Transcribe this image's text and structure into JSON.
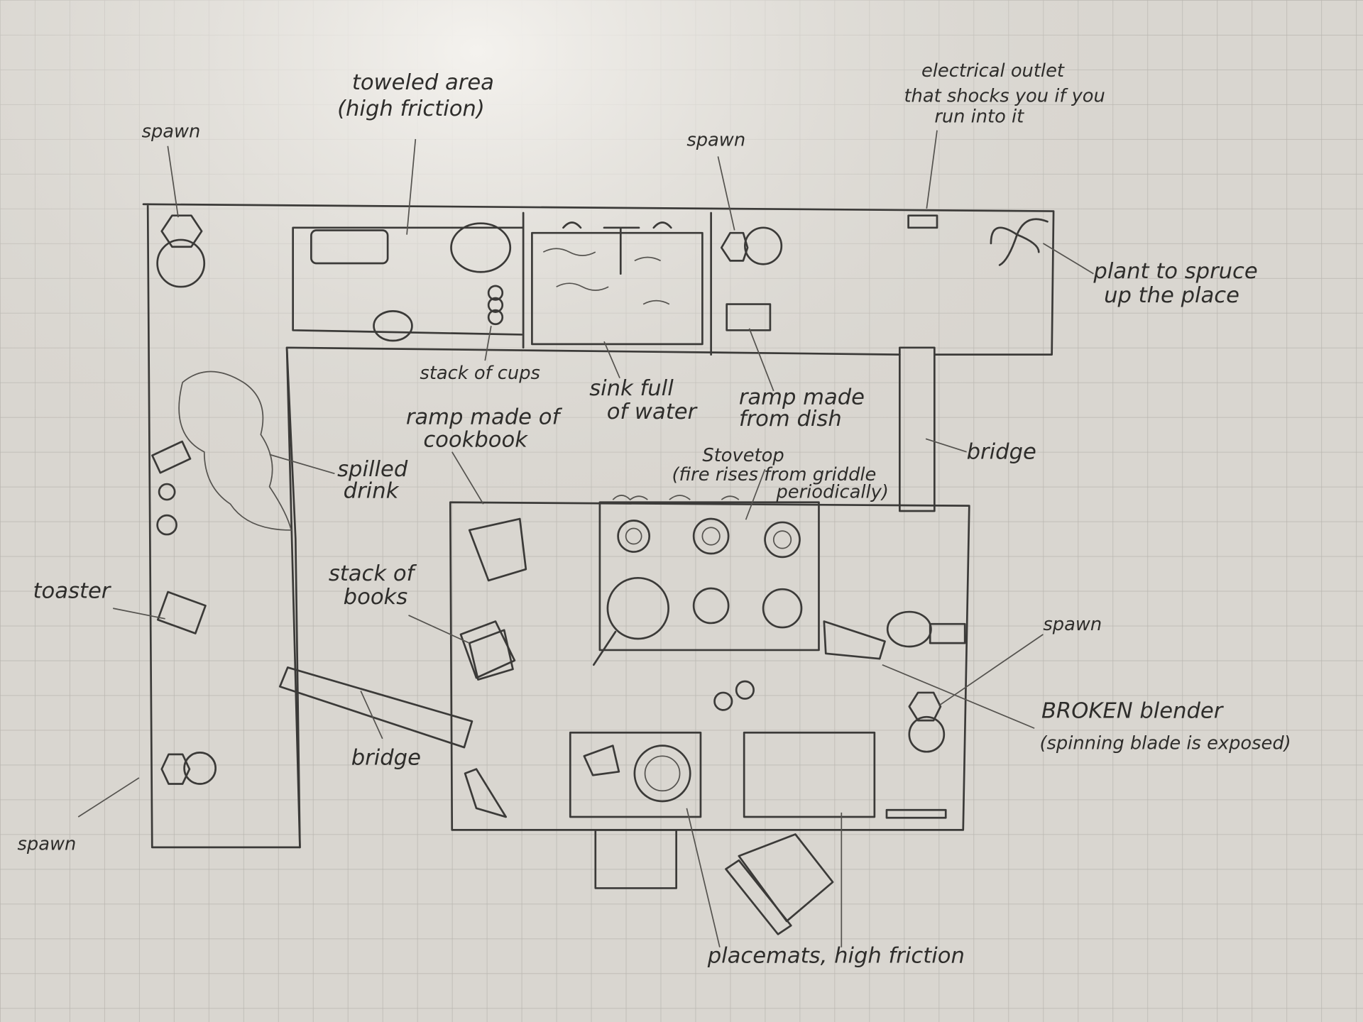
{
  "title": "Kitchen level sketch",
  "colors": {
    "paper": "#d9d6d0",
    "grid": "#b9b6b0",
    "ink": "#3b3a38"
  },
  "labels": {
    "toweled_area": [
      "toweled area",
      "(high friction)"
    ],
    "spawn_top_left": "spawn",
    "spawn_top_mid": "spawn",
    "spawn_right": "spawn",
    "spawn_bottom_left": "spawn",
    "electrical_outlet": [
      "electrical outlet",
      "that shocks you if you",
      "run into it"
    ],
    "plant": [
      "plant to spruce",
      "up the place"
    ],
    "stack_of_cups": "stack of cups",
    "sink": [
      "sink full",
      "of water"
    ],
    "ramp_dish": [
      "ramp made",
      "from dish"
    ],
    "ramp_cookbook": [
      "ramp made of",
      "cookbook"
    ],
    "bridge_right": "bridge",
    "bridge_left": "bridge",
    "spilled_drink": [
      "spilled",
      "drink"
    ],
    "stovetop": [
      "Stovetop",
      "(fire rises from griddle",
      "periodically)"
    ],
    "toaster": "toaster",
    "stack_of_books": [
      "stack of",
      "books"
    ],
    "blender": [
      "BROKEN blender",
      "(spinning blade is exposed)"
    ],
    "placemats": "placemats, high friction"
  }
}
